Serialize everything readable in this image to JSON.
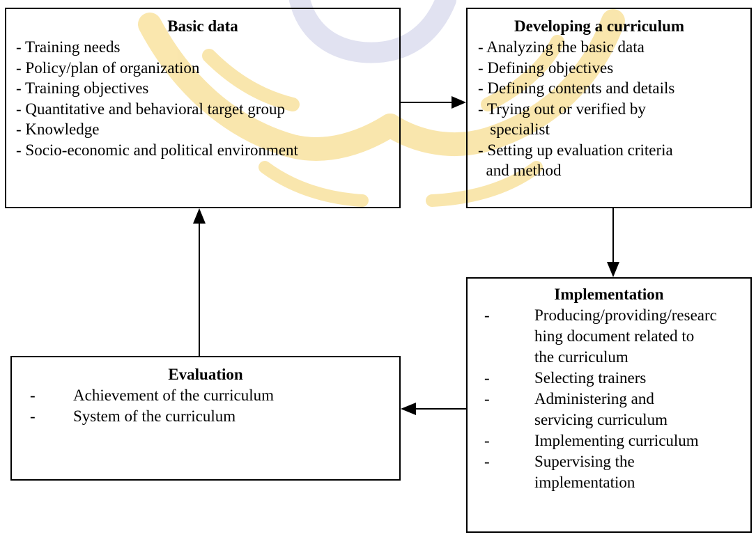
{
  "diagram": {
    "basic_data": {
      "title": "Basic data",
      "items": [
        "- Training needs",
        "- Policy/plan of organization",
        "- Training objectives",
        "- Quantitative and behavioral target group",
        "- Knowledge",
        "- Socio-economic and political  environment"
      ]
    },
    "developing": {
      "title": "Developing a curriculum",
      "items": [
        "- Analyzing the basic data",
        "- Defining objectives",
        "- Defining contents and details",
        "- Trying out or verified by",
        "   specialist",
        "- Setting up evaluation criteria",
        "  and method"
      ]
    },
    "implementation": {
      "title": "Implementation",
      "bullet": "-",
      "items": [
        [
          "Producing/providing/researc",
          "hing document related to",
          "the curriculum"
        ],
        [
          "Selecting trainers"
        ],
        [
          "Administering and",
          "servicing curriculum"
        ],
        [
          "Implementing curriculum"
        ],
        [
          "Supervising the",
          "implementation"
        ]
      ]
    },
    "evaluation": {
      "title": "Evaluation",
      "bullet": "-",
      "items": [
        "Achievement of the curriculum",
        "System of the curriculum"
      ]
    }
  },
  "colors": {
    "line": "#000000",
    "watermark_gold": "#f5d36b",
    "watermark_blue": "#c9cbe6"
  }
}
